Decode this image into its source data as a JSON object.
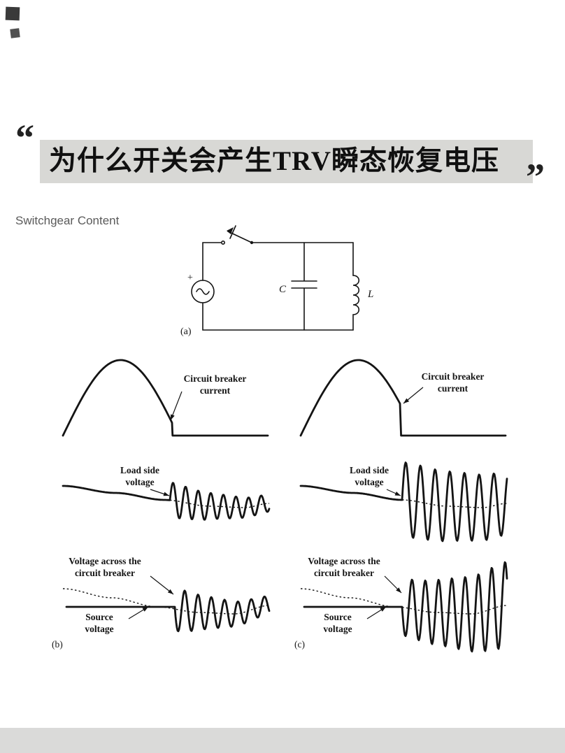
{
  "header": {
    "quote_open": "“",
    "quote_close": "”",
    "title": "为什么开关会产生TRV瞬态恢复电压",
    "watermark": "Switchgear Content"
  },
  "circuit": {
    "caption": "(a)",
    "source_plus": "+",
    "capacitor": "C",
    "inductor": "L"
  },
  "labels": {
    "breaker_current": [
      "Circuit breaker",
      "current"
    ],
    "load_voltage": [
      "Load side",
      "voltage"
    ],
    "breaker_voltage": [
      "Voltage across the",
      "circuit breaker"
    ],
    "source_voltage": [
      "Source",
      "voltage"
    ],
    "caption_b": "(b)",
    "caption_c": "(c)"
  },
  "figure": {
    "ink": "#141414",
    "current": {
      "b": {
        "chop_frac": 0.95
      },
      "c": {
        "chop_frac": 0.87
      }
    },
    "load": {
      "b": {
        "xi": 178,
        "amp": 26,
        "lambda": 18,
        "decay": 0.0055
      },
      "c": {
        "xi": 170,
        "amp": 54,
        "lambda": 21,
        "decay": 0.0012
      }
    },
    "trv": {
      "b": {
        "xi": 185,
        "amp": 32,
        "lambda": 19,
        "decay": 0.0068,
        "flat": 90
      },
      "c": {
        "xi": 170,
        "amp": 40,
        "lambda": 19,
        "decay": -0.003,
        "flat": 90
      }
    }
  }
}
